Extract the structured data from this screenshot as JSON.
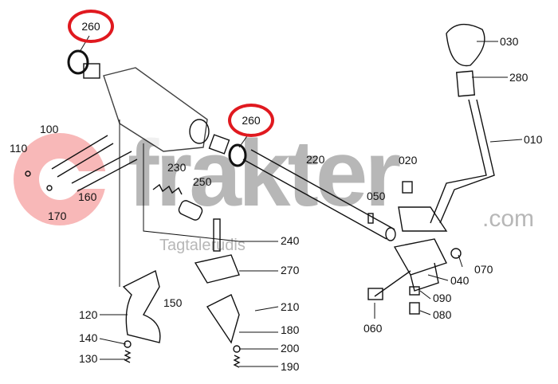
{
  "watermark": {
    "brand": "frakter",
    "domain": ".com",
    "sub": "Tagtalerudis",
    "accent": "#e0191f"
  },
  "callouts_circled": [
    "260",
    "260"
  ],
  "labels": {
    "p030": "030",
    "p280": "280",
    "p010": "010",
    "p100": "100",
    "p110": "110",
    "p160": "160",
    "p170": "170",
    "p230": "230",
    "p250": "250",
    "p220": "220",
    "p020": "020",
    "p050": "050",
    "p240": "240",
    "p270": "270",
    "p210": "210",
    "p180": "180",
    "p200": "200",
    "p190": "190",
    "p150": "150",
    "p120": "120",
    "p140": "140",
    "p130": "130",
    "p070": "070",
    "p040": "040",
    "p090": "090",
    "p080": "080",
    "p060": "060"
  }
}
